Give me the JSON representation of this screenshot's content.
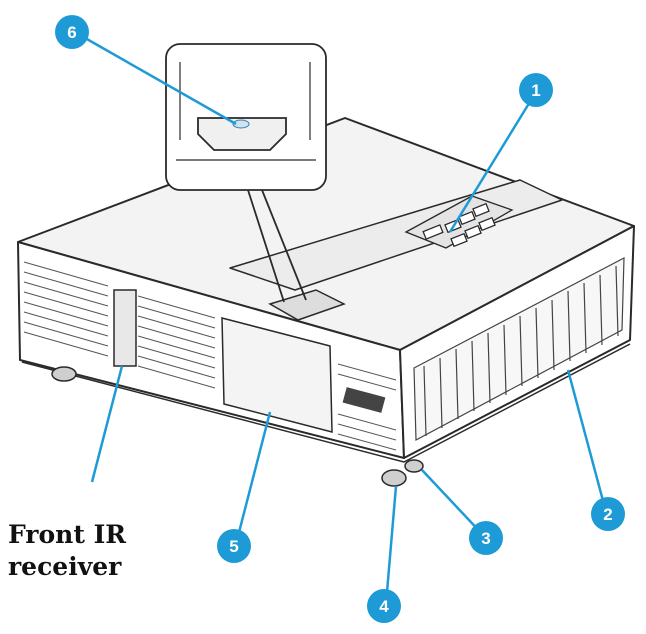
{
  "figure": {
    "caption_line1": "Front IR",
    "caption_line2": "receiver",
    "callout_color": "#1e9bd7",
    "line_color": "#1e9bd7",
    "outline_color": "#2a2a2a"
  },
  "callouts": [
    {
      "label": "1",
      "part": "control buttons"
    },
    {
      "label": "2",
      "part": "side vent"
    },
    {
      "label": "3",
      "part": "side foot"
    },
    {
      "label": "4",
      "part": "front foot"
    },
    {
      "label": "5",
      "part": "lens"
    },
    {
      "label": "6",
      "part": "top IR receiver (detail)"
    }
  ]
}
